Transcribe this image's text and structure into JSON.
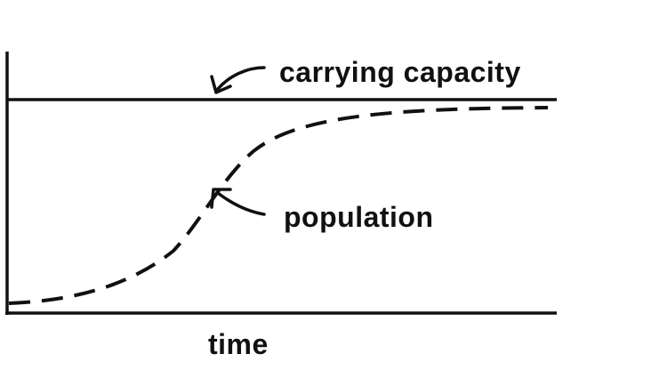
{
  "diagram": {
    "line_label": "carrying capacity",
    "curve_label": "population",
    "x_axis_label": "time",
    "colors": {
      "ink": "#111111",
      "background": "#ffffff"
    }
  },
  "chart_data": {
    "type": "line",
    "title": "",
    "xlabel": "time",
    "ylabel": "",
    "series": [
      {
        "name": "carrying capacity",
        "style": "solid",
        "kind": "horizontal-reference"
      },
      {
        "name": "population",
        "style": "dashed",
        "kind": "logistic-curve"
      }
    ],
    "axes_ticks": false,
    "grid": false,
    "legend": "none (direct labels with arrows)"
  }
}
